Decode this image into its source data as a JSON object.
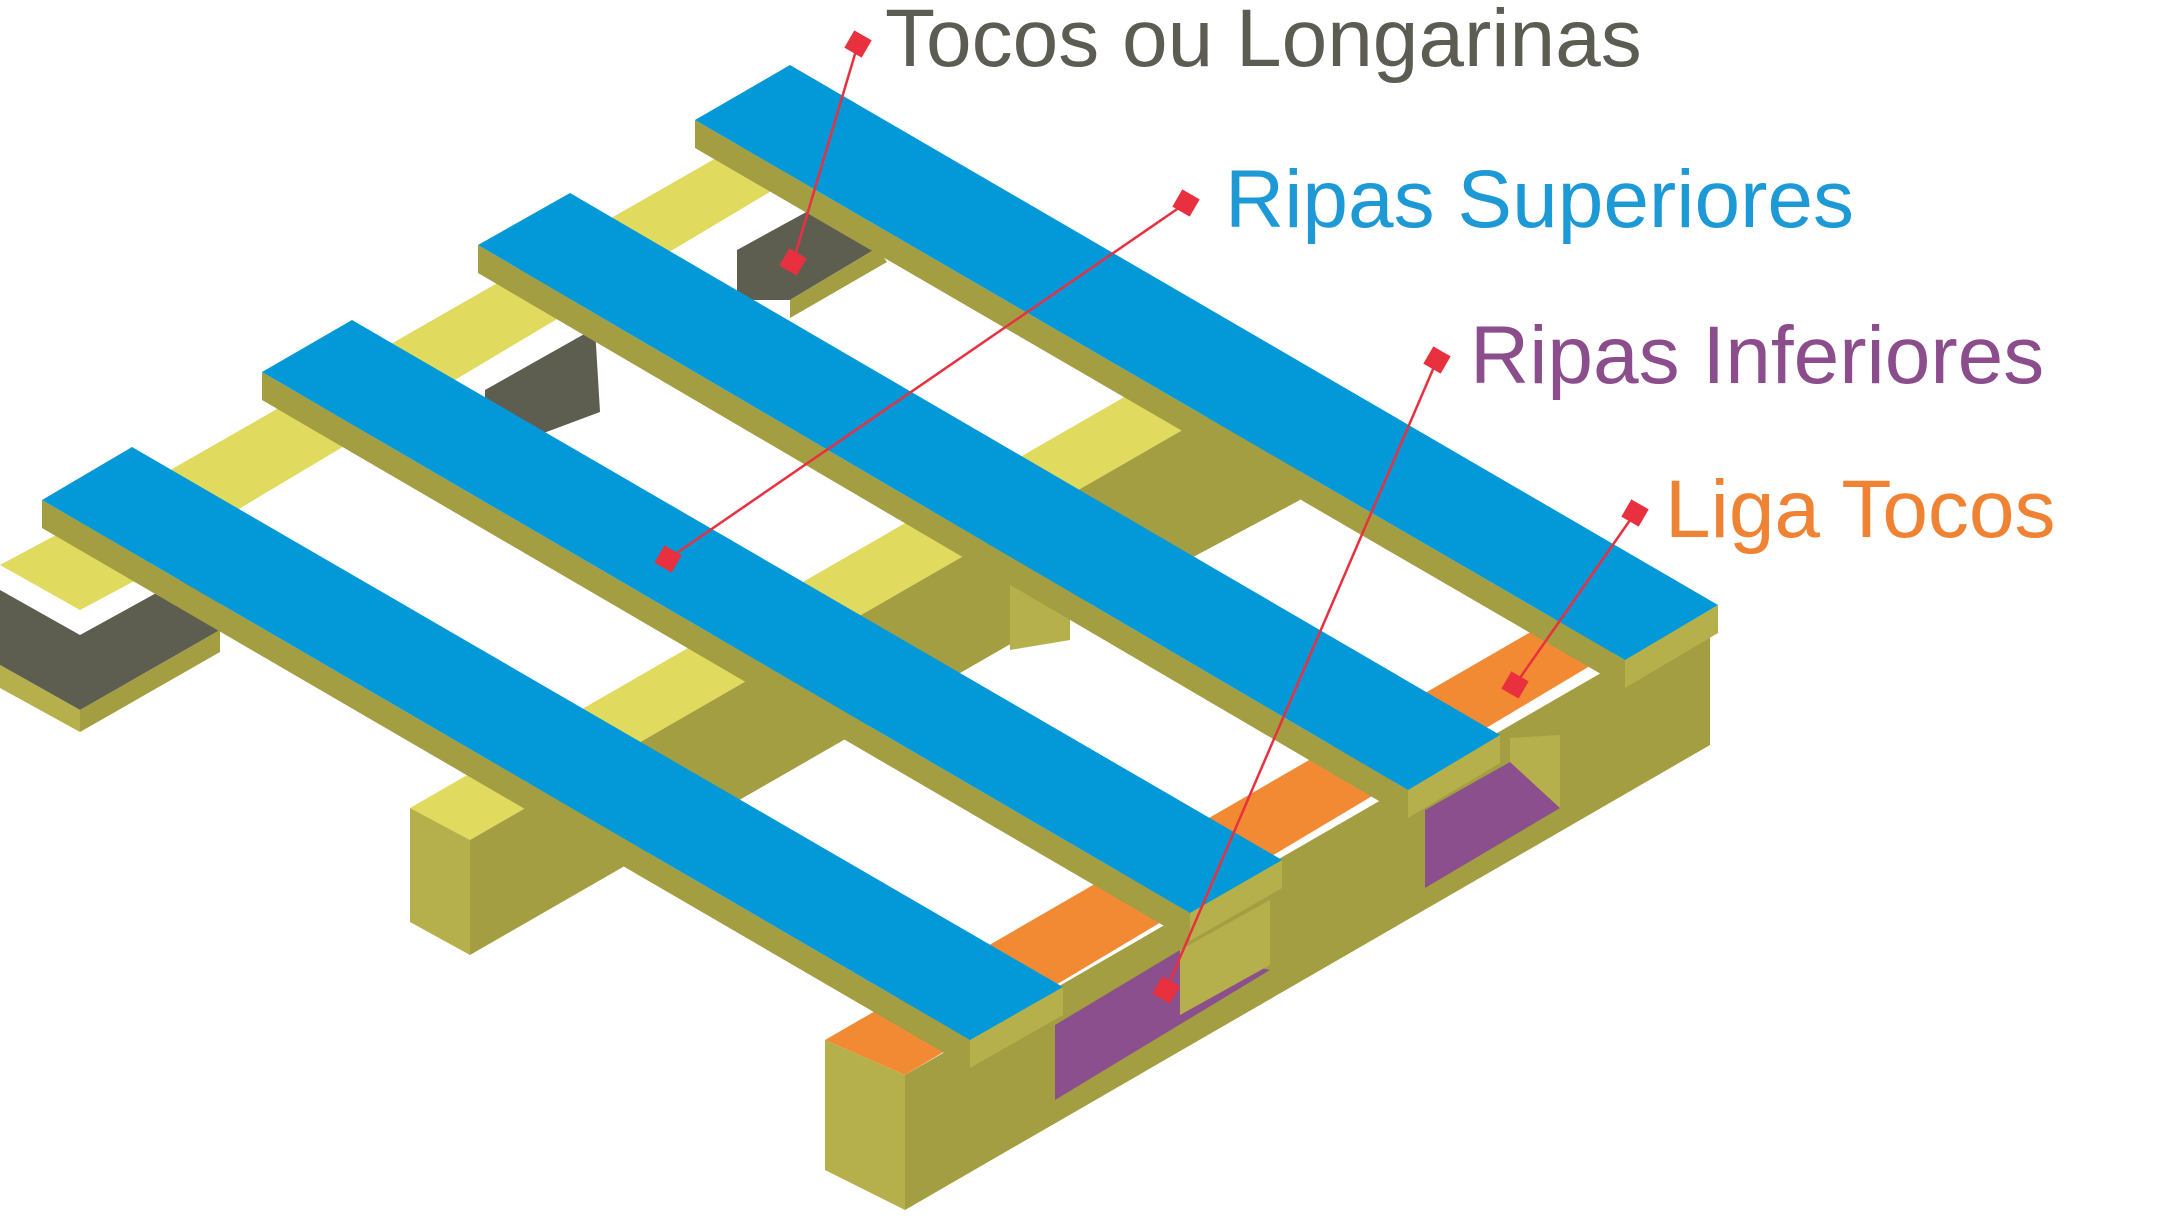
{
  "colors": {
    "top_slat": "#0399d9",
    "top_slat_edge": "#a39e42",
    "stringer_top": "#e0da5e",
    "stringer_side": "#a39e42",
    "stringer_front": "#b5b04b",
    "block_dark": "#5e5e50",
    "connector": "#f28a34",
    "bottom_slat": "#8a4f8c",
    "leader": "#e8303f",
    "label_gray": "#5c5c52",
    "label_blue": "#1d99d6",
    "label_purple": "#8b4d8b",
    "label_orange": "#f08234"
  },
  "labels": {
    "tocos": "Tocos ou Longarinas",
    "ripas_superiores": "Ripas Superiores",
    "ripas_inferiores": "Ripas Inferiores",
    "liga_tocos": "Liga Tocos"
  }
}
